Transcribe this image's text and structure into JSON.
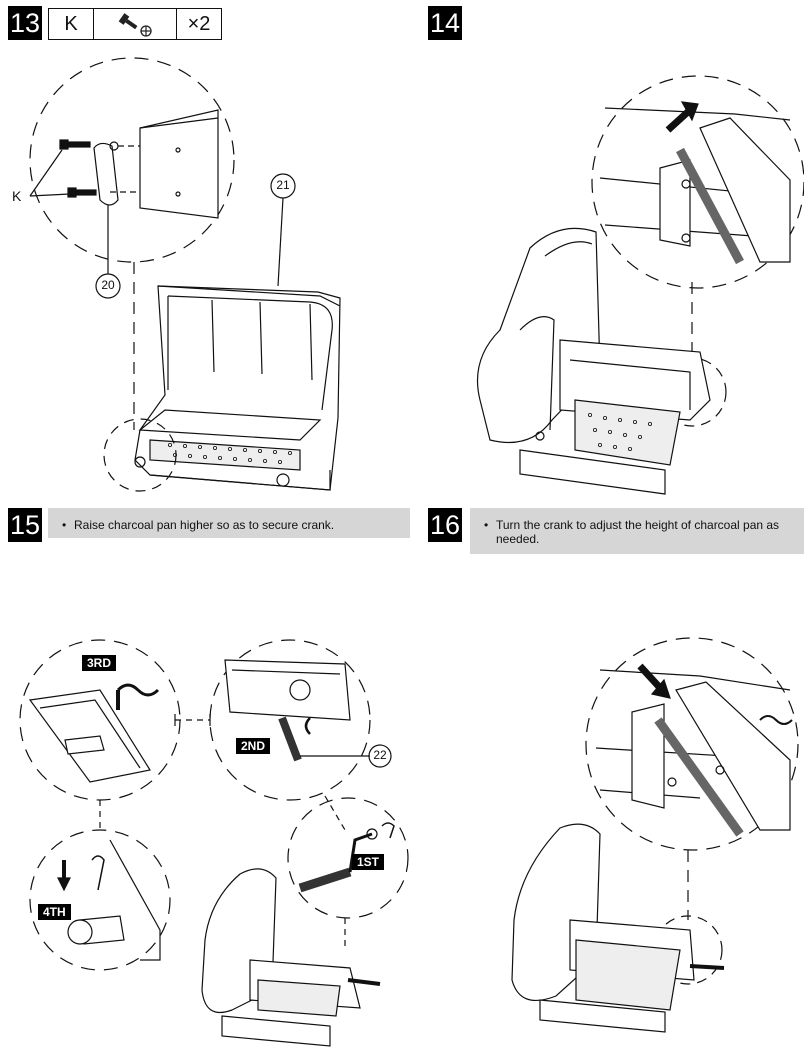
{
  "steps": {
    "s13": {
      "number": "13",
      "parts": {
        "letter": "K",
        "qty": "×2"
      }
    },
    "s14": {
      "number": "14"
    },
    "s15": {
      "number": "15",
      "instruction": "Raise charcoal pan higher so as to secure crank."
    },
    "s16": {
      "number": "16",
      "instruction": "Turn the crank to adjust the height of charcoal pan as needed."
    }
  },
  "callouts": {
    "k": "K",
    "part20": "20",
    "part21": "21",
    "part22": "22",
    "order1": "1ST",
    "order2": "2ND",
    "order3": "3RD",
    "order4": "4TH"
  },
  "bullet": "•",
  "icons": {
    "screw": "screw-icon",
    "arrow": "arrow-icon",
    "rotate": "rotate-arrow-icon"
  },
  "colors": {
    "label_bg": "#000000",
    "note_bg": "#d6d6d6",
    "line": "#111111"
  }
}
